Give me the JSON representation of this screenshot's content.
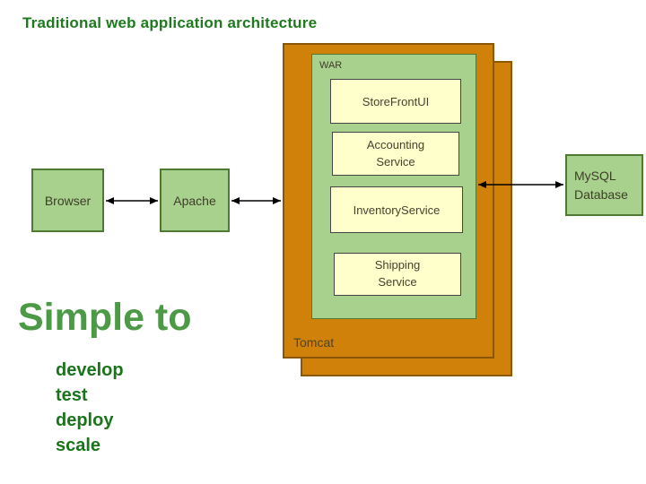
{
  "title": "Traditional web application architecture",
  "nodes": {
    "browser": "Browser",
    "apache": "Apache",
    "tomcat": "Tomcat",
    "war": "WAR",
    "storefront": "StoreFrontUI",
    "accounting": "Accounting Service",
    "inventory": "InventoryService",
    "shipping": "Shipping Service",
    "mysql": "MySQL Database"
  },
  "edges": [
    {
      "from": "Browser",
      "to": "Apache",
      "bidirectional": true
    },
    {
      "from": "Apache",
      "to": "Tomcat",
      "bidirectional": true
    },
    {
      "from": "Tomcat",
      "to": "MySQL Database",
      "bidirectional": true
    }
  ],
  "caption": {
    "heading": "Simple to",
    "items": [
      "develop",
      "test",
      "deploy",
      "scale"
    ]
  },
  "colors": {
    "title_green": "#1f7a1f",
    "heading_green": "#4c9a45",
    "list_green": "#1a751a",
    "node_green_fill": "#a9d18e",
    "node_green_border": "#4e7a33",
    "tomcat_orange_fill": "#d0810a",
    "tomcat_orange_border": "#8a5800",
    "service_yellow_fill": "#ffffcc",
    "service_yellow_border": "#454545",
    "arrow_color": "#000000"
  }
}
